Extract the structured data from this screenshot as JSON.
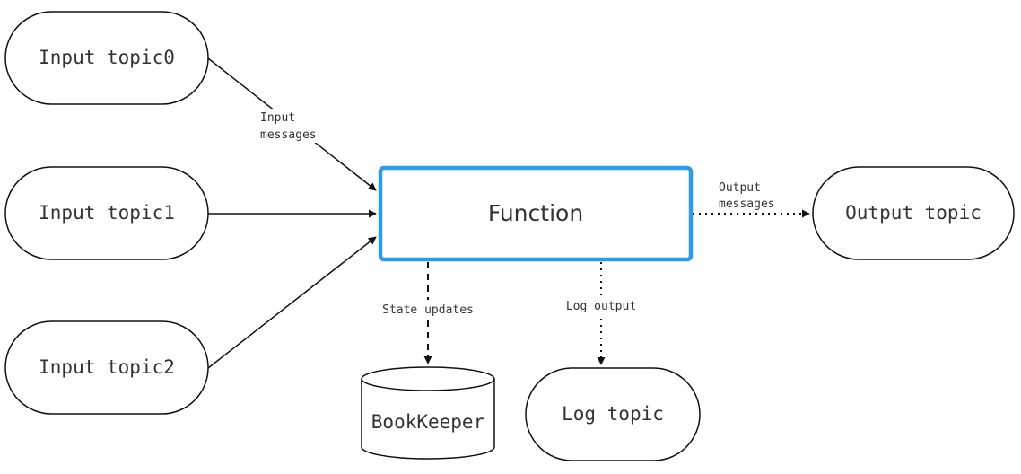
{
  "diagram": {
    "colors": {
      "stroke": "#111111",
      "function_border": "#2b9bea",
      "text": "#333333",
      "background": "#ffffff"
    },
    "nodes": {
      "input_topic0": "Input topic0",
      "input_topic1": "Input topic1",
      "input_topic2": "Input topic2",
      "function": "Function",
      "output_topic": "Output topic",
      "bookkeeper": "BookKeeper",
      "log_topic": "Log topic"
    },
    "edge_labels": {
      "input_messages_line1": "Input",
      "input_messages_line2": "messages",
      "output_messages_line1": "Output",
      "output_messages_line2": "messages",
      "state_updates": "State updates",
      "log_output": "Log output"
    }
  }
}
